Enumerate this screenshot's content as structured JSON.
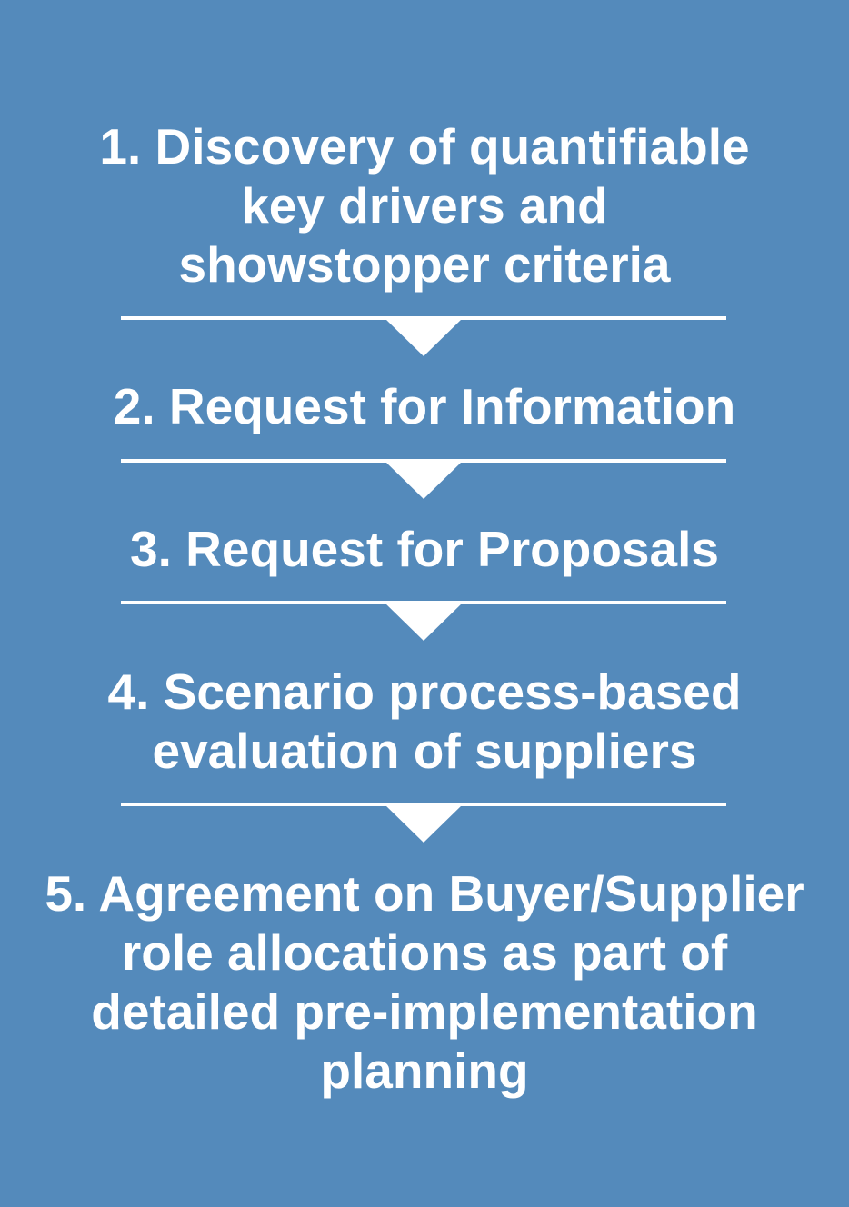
{
  "background_color": "#548abb",
  "text_color": "#ffffff",
  "steps": [
    {
      "lines": [
        "1. Discovery of quantifiable",
        "key drivers and",
        "showstopper criteria"
      ]
    },
    {
      "lines": [
        "2. Request for Information"
      ]
    },
    {
      "lines": [
        "3. Request for Proposals"
      ]
    },
    {
      "lines": [
        "4. Scenario process-based",
        "evaluation of suppliers"
      ]
    },
    {
      "lines": [
        "5. Agreement on Buyer/Supplier",
        "role allocations as part of",
        "detailed pre-implementation",
        "planning"
      ]
    }
  ]
}
